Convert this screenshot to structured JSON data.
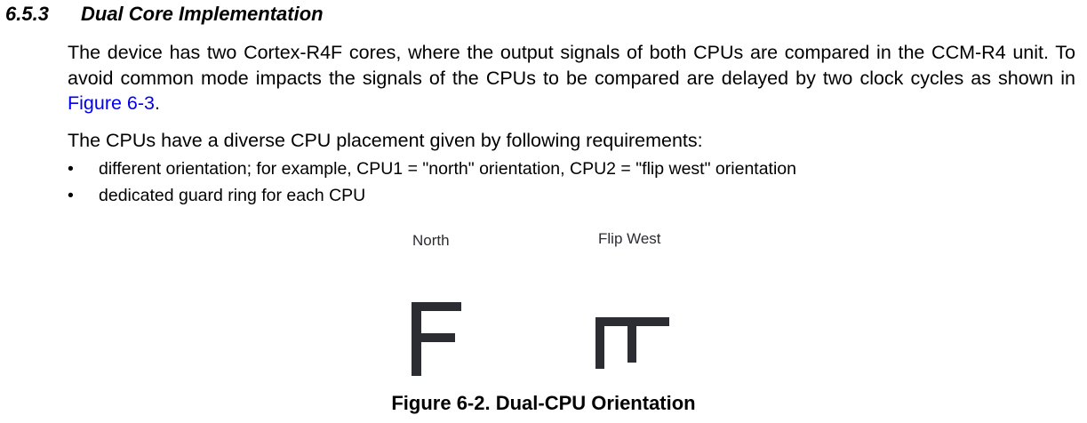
{
  "section": {
    "number": "6.5.3",
    "title": "Dual Core Implementation"
  },
  "paragraph1": {
    "text_before_link": "The device has two Cortex-R4F cores, where the output signals of both CPUs are compared in the CCM-R4 unit. To avoid common mode impacts the signals of the CPUs to be compared are delayed by two clock cycles as shown in ",
    "link": "Figure 6-3",
    "text_after_link": "."
  },
  "paragraph2": "The CPUs have a diverse CPU placement given by following requirements:",
  "bullets": [
    {
      "marker": "•",
      "text": "different orientation; for example, CPU1 = \"north\" orientation, CPU2 = \"flip west\" orientation"
    },
    {
      "marker": "•",
      "text": "dedicated guard ring for each CPU"
    }
  ],
  "figure": {
    "labels": {
      "north": "North",
      "flip_west": "Flip West"
    },
    "caption": "Figure 6-2. Dual-CPU Orientation",
    "glyph_color": "#2b2d33"
  }
}
